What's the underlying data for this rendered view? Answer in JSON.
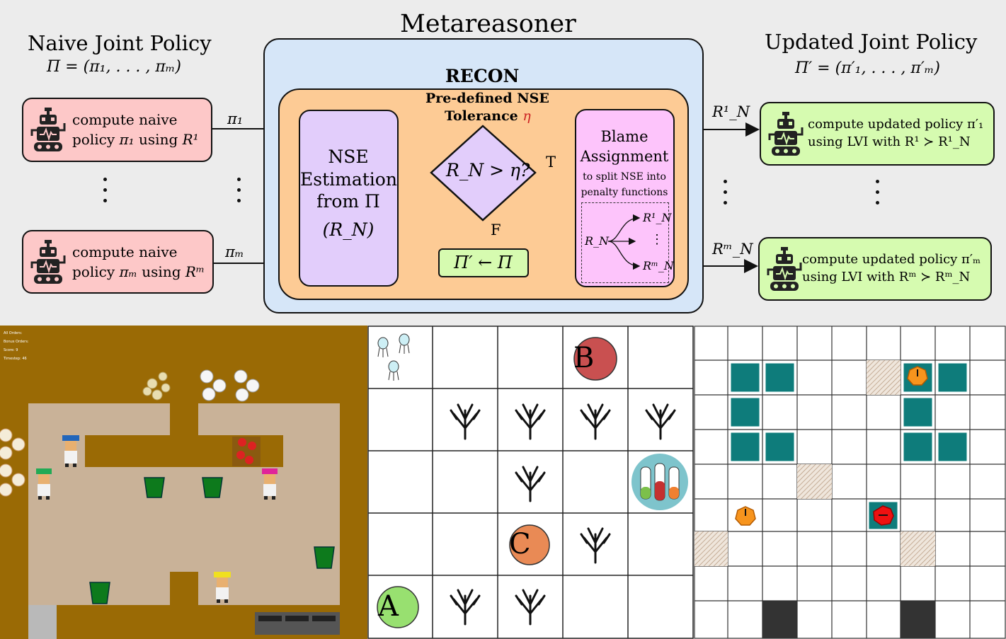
{
  "diagram": {
    "title": "Metareasoner",
    "left": {
      "title": "Naive Joint Policy",
      "formula": "Π = (π₁, . . . , πₘ)",
      "agent1": {
        "line1": "compute naive",
        "line2_pre": "policy ",
        "line2_pi": "π₁",
        "line2_mid": " using ",
        "line2_r": "R¹"
      },
      "agentm": {
        "line1": "compute naive",
        "line2_pre": "policy ",
        "line2_pi": "πₘ",
        "line2_mid": " using ",
        "line2_r": "Rᵐ"
      },
      "arrow1": "π₁",
      "arrowm": "πₘ"
    },
    "recon": {
      "title": "RECON",
      "tolerance_line1": "Pre-defined NSE",
      "tolerance_line2": "Tolerance",
      "eta": "η",
      "estimation": {
        "line1": "NSE",
        "line2": "Estimation",
        "line3": "from Π",
        "line4": "(R_N)"
      },
      "decision": "R_N > η?",
      "true_label": "T",
      "false_label": "F",
      "fallback": "Π′ ← Π",
      "blame": {
        "line1": "Blame",
        "line2": "Assignment",
        "line3": "to split NSE into",
        "line4": "penalty functions",
        "rn": "R_N",
        "out1": "R¹_N",
        "outdots": "⋮",
        "outm": "Rᵐ_N"
      }
    },
    "right": {
      "title": "Updated Joint Policy",
      "formula": "Π′ = (π′₁, . . . , π′ₘ)",
      "arrow1": "R¹_N",
      "arrowm": "Rᵐ_N",
      "agent1": {
        "line1": "compute updated policy π′₁",
        "line2": "using LVI with R¹ ≻ R¹_N"
      },
      "agentm": {
        "line1": "compute updated policy π′ₘ",
        "line2": "using LVI with Rᵐ ≻ Rᵐ_N"
      }
    }
  },
  "kitchen": {
    "hud": [
      "All Orders:",
      "Bonus Orders:",
      "Score: 9",
      "Timestep: 46"
    ]
  },
  "grid_world": {
    "labels": {
      "a": "A",
      "b": "B",
      "c": "C"
    }
  },
  "colors": {
    "recon_outer": "#d6e6f8",
    "recon_inner": "#fdcb95",
    "estimation": "#e2cdfb",
    "blame": "#fdc4fb",
    "naive_agent": "#fdc8c8",
    "updated_agent": "#d6fbb0",
    "fallback": "#d6fbb0",
    "kitchen_wall": "#9a6a05",
    "kitchen_floor": "#c9b298",
    "teal": "#0e7c7b"
  }
}
